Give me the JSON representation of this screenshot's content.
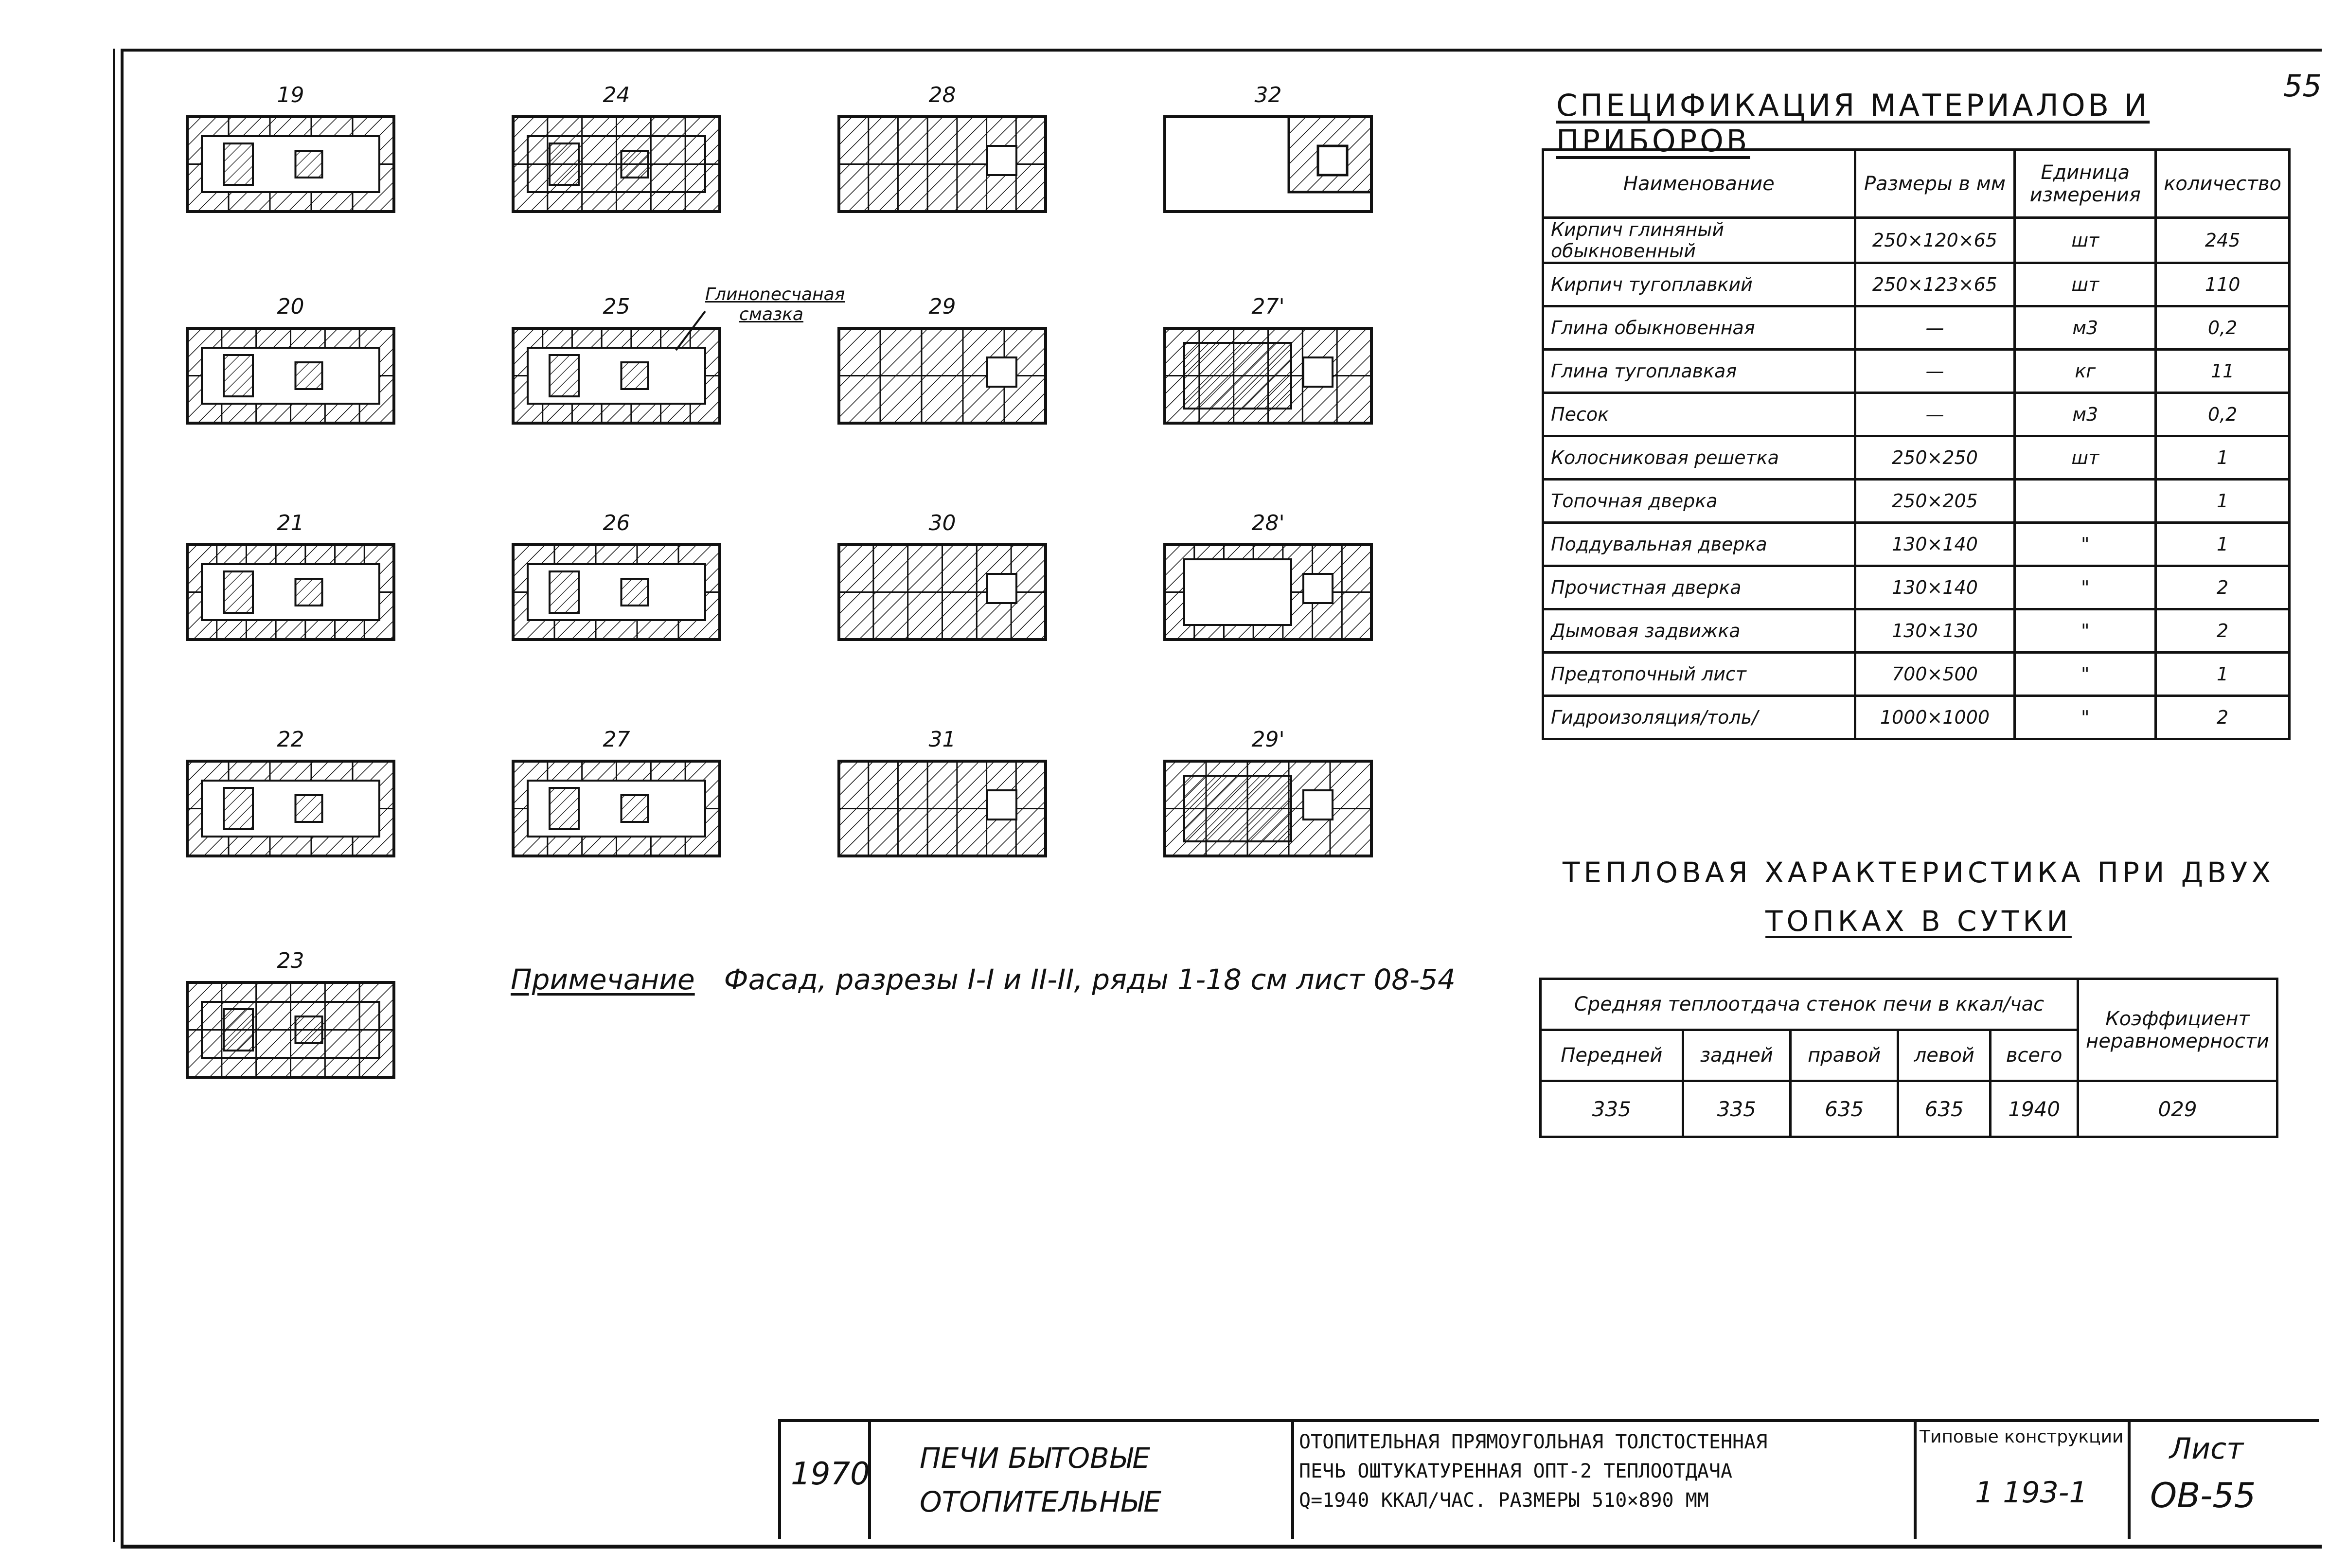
{
  "sheet_number": "55",
  "drawing_rows": {
    "col1": [
      "19",
      "20",
      "21",
      "22",
      "23"
    ],
    "col2": [
      "24",
      "25",
      "26",
      "27"
    ],
    "col3": [
      "28",
      "29",
      "30",
      "31"
    ],
    "col4": [
      "32",
      "27'",
      "28'",
      "29'"
    ]
  },
  "callout": {
    "line1": "Глиноnесчаная",
    "line2": "смазка"
  },
  "note": {
    "label": "Примечание",
    "text": "Фасад, разрезы I-I и II-II, ряды 1-18 см лист 08-54"
  },
  "spec": {
    "title": "СПЕЦИФИКАЦИЯ МАТЕРИАЛОВ И ПРИБОРОВ",
    "headers": [
      "Наименование",
      "Размеры в мм",
      "Единица измерения",
      "количество"
    ],
    "rows": [
      [
        "Кирпич глиняный обыкновенный",
        "250×120×65",
        "шт",
        "245"
      ],
      [
        "Кирпич тугоплавкий",
        "250×123×65",
        "шт",
        "110"
      ],
      [
        "Глина обыкновенная",
        "—",
        "м3",
        "0,2"
      ],
      [
        "Глина тугоплавкая",
        "—",
        "кг",
        "11"
      ],
      [
        "Песок",
        "—",
        "м3",
        "0,2"
      ],
      [
        "Колосниковая решетка",
        "250×250",
        "шт",
        "1"
      ],
      [
        "Топочная дверка",
        "250×205",
        "",
        "1"
      ],
      [
        "Поддувальная дверка",
        "130×140",
        "\"",
        "1"
      ],
      [
        "Прочистная дверка",
        "130×140",
        "\"",
        "2"
      ],
      [
        "Дымовая задвижка",
        "130×130",
        "\"",
        "2"
      ],
      [
        "Предтопочный лист",
        "700×500",
        "\"",
        "1"
      ],
      [
        "Гидроизоляция/толь/",
        "1000×1000",
        "\"",
        "2"
      ]
    ]
  },
  "heat": {
    "title_line1": "ТЕПЛОВАЯ ХАРАКТЕРИСТИКА ПРИ ДВУХ",
    "title_line2": "ТОПКАХ В СУТКИ",
    "group_header": "Средняя теплоотдача стенок печи в ккал/час",
    "coef_header": "Коэффициент неравномерности",
    "subheaders": [
      "Передней",
      "задней",
      "правой",
      "левой",
      "всего"
    ],
    "values": [
      "335",
      "335",
      "635",
      "635",
      "1940"
    ],
    "coef": "029"
  },
  "title_block": {
    "year": "1970",
    "name_line1": "ПЕЧИ БЫТОВЫЕ",
    "name_line2": "ОТОПИТЕЛЬНЫЕ",
    "desc_line1": "ОТОПИТЕЛЬНАЯ ПРЯМОУГОЛЬНАЯ ТОЛСТОСТЕННАЯ",
    "desc_line2": "ПЕЧЬ ОШТУКАТУРЕННАЯ ОПТ-2 ТЕПЛООТДАЧА",
    "desc_line3": "Q=1940 ККАЛ/ЧАС. РАЗМЕРЫ 510×890 ММ",
    "series_label": "Типовые конструкции",
    "series_value": "1 193-1",
    "sheet_label": "Лист",
    "sheet_value": "ОВ-55"
  }
}
